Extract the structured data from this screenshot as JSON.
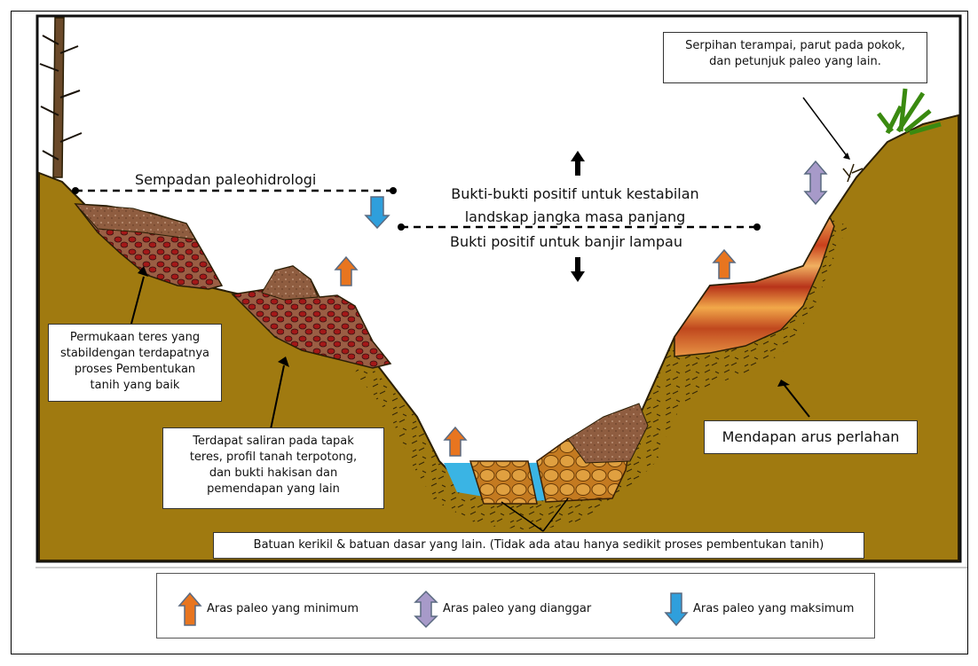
{
  "labels": {
    "paleo_boundary": "Sempadan paleohidrologi",
    "stability_evidence": "Bukti-bukti positif untuk kestabilan\nlandskap jangka masa panjang",
    "flood_evidence": "Bukti positif untuk banjir lampau",
    "top_right_note": "Serpihan terampai, parut pada pokok,\ndan petunjuk paleo yang lain.",
    "stable_terrace": "Permukaan teres yang\nstabildengan terdapatnya\nproses Pembentukan\ntanih yang baik",
    "terrace_drainage": "Terdapat saliran pada tapak\nteres, profil tanah terpotong,\ndan bukti hakisan dan\npemendapan yang lain",
    "slow_deposit": "Mendapan arus perlahan",
    "gravel_note": "Batuan kerikil & batuan dasar yang lain. (Tidak ada atau hanya sedikit proses pembentukan tanih)"
  },
  "legend": [
    {
      "label": "Aras paleo yang minimum",
      "icon": "up-arrow-orange",
      "color": "#e8751f"
    },
    {
      "label": "Aras paleo yang dianggar",
      "icon": "double-arrow-purple",
      "color": "#a79ac9"
    },
    {
      "label": "Aras paleo yang maksimum",
      "icon": "down-arrow-blue",
      "color": "#2f9fdc"
    }
  ],
  "colors": {
    "ground": "#a07a10",
    "soil": "#8a5a3c",
    "gravel": "#d8912a",
    "water": "#3ab4e4",
    "sediment_red": "#c9401c"
  }
}
